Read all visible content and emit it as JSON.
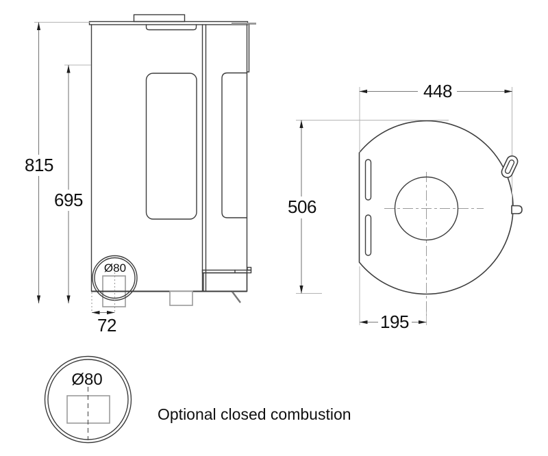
{
  "caption": "Optional closed combustion",
  "dimensions": {
    "front": {
      "overall_height": "815",
      "body_height": "695",
      "flue_center_offset": "72",
      "flue_label": "Ø80"
    },
    "top": {
      "overall_width": "448",
      "overall_depth": "506",
      "front_to_center": "195"
    },
    "detail": {
      "flue_label": "Ø80"
    }
  },
  "colors": {
    "object_line": "#3d3d3d",
    "secondary_grey": "#9a9a9a",
    "dimension_line": "#7a7a7a",
    "extension_line": "#b4b4b4",
    "text": "#0f0f0f",
    "background": "#ffffff"
  }
}
